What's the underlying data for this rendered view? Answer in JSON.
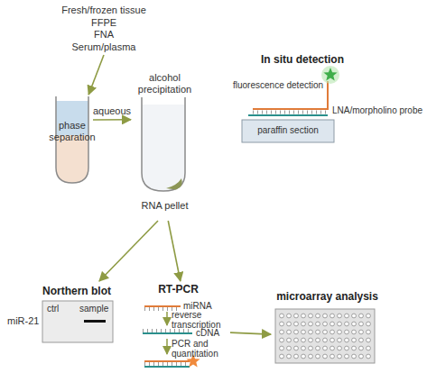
{
  "diagram": {
    "nodes": [
      {
        "text": [
          "Fresh/frozen tissue",
          "FFPE",
          "FNA",
          "Serum/plasma"
        ]
      },
      {
        "text": [
          "phase separation"
        ]
      },
      {
        "text": [
          "alcohol precipitation",
          "RNA pellet"
        ]
      },
      {
        "text": [
          "Northern blot",
          "ctrl",
          "sample",
          "miR-21"
        ]
      },
      {
        "text": [
          "RT-PCR",
          "miRNA",
          "reverse transcription",
          "cDNA",
          "PCR and quantitation"
        ]
      },
      {
        "text": [
          "microarray analysis"
        ]
      },
      {
        "text": [
          "In situ detection",
          "fluorescence detection",
          "LNA/morpholino probe"
        ]
      },
      {
        "text": [
          "paraffin section"
        ],
        "in": 6
      }
    ],
    "edges": [
      {
        "from": 0,
        "to": 1,
        "arrow": "to"
      },
      {
        "from": 1,
        "to": 2,
        "label": "aqueous",
        "arrow": "to"
      },
      {
        "from": 2,
        "to": 3,
        "arrow": "to"
      },
      {
        "from": 2,
        "to": 4,
        "arrow": "to"
      },
      {
        "from": 4,
        "to": 5,
        "arrow": "to"
      }
    ]
  }
}
